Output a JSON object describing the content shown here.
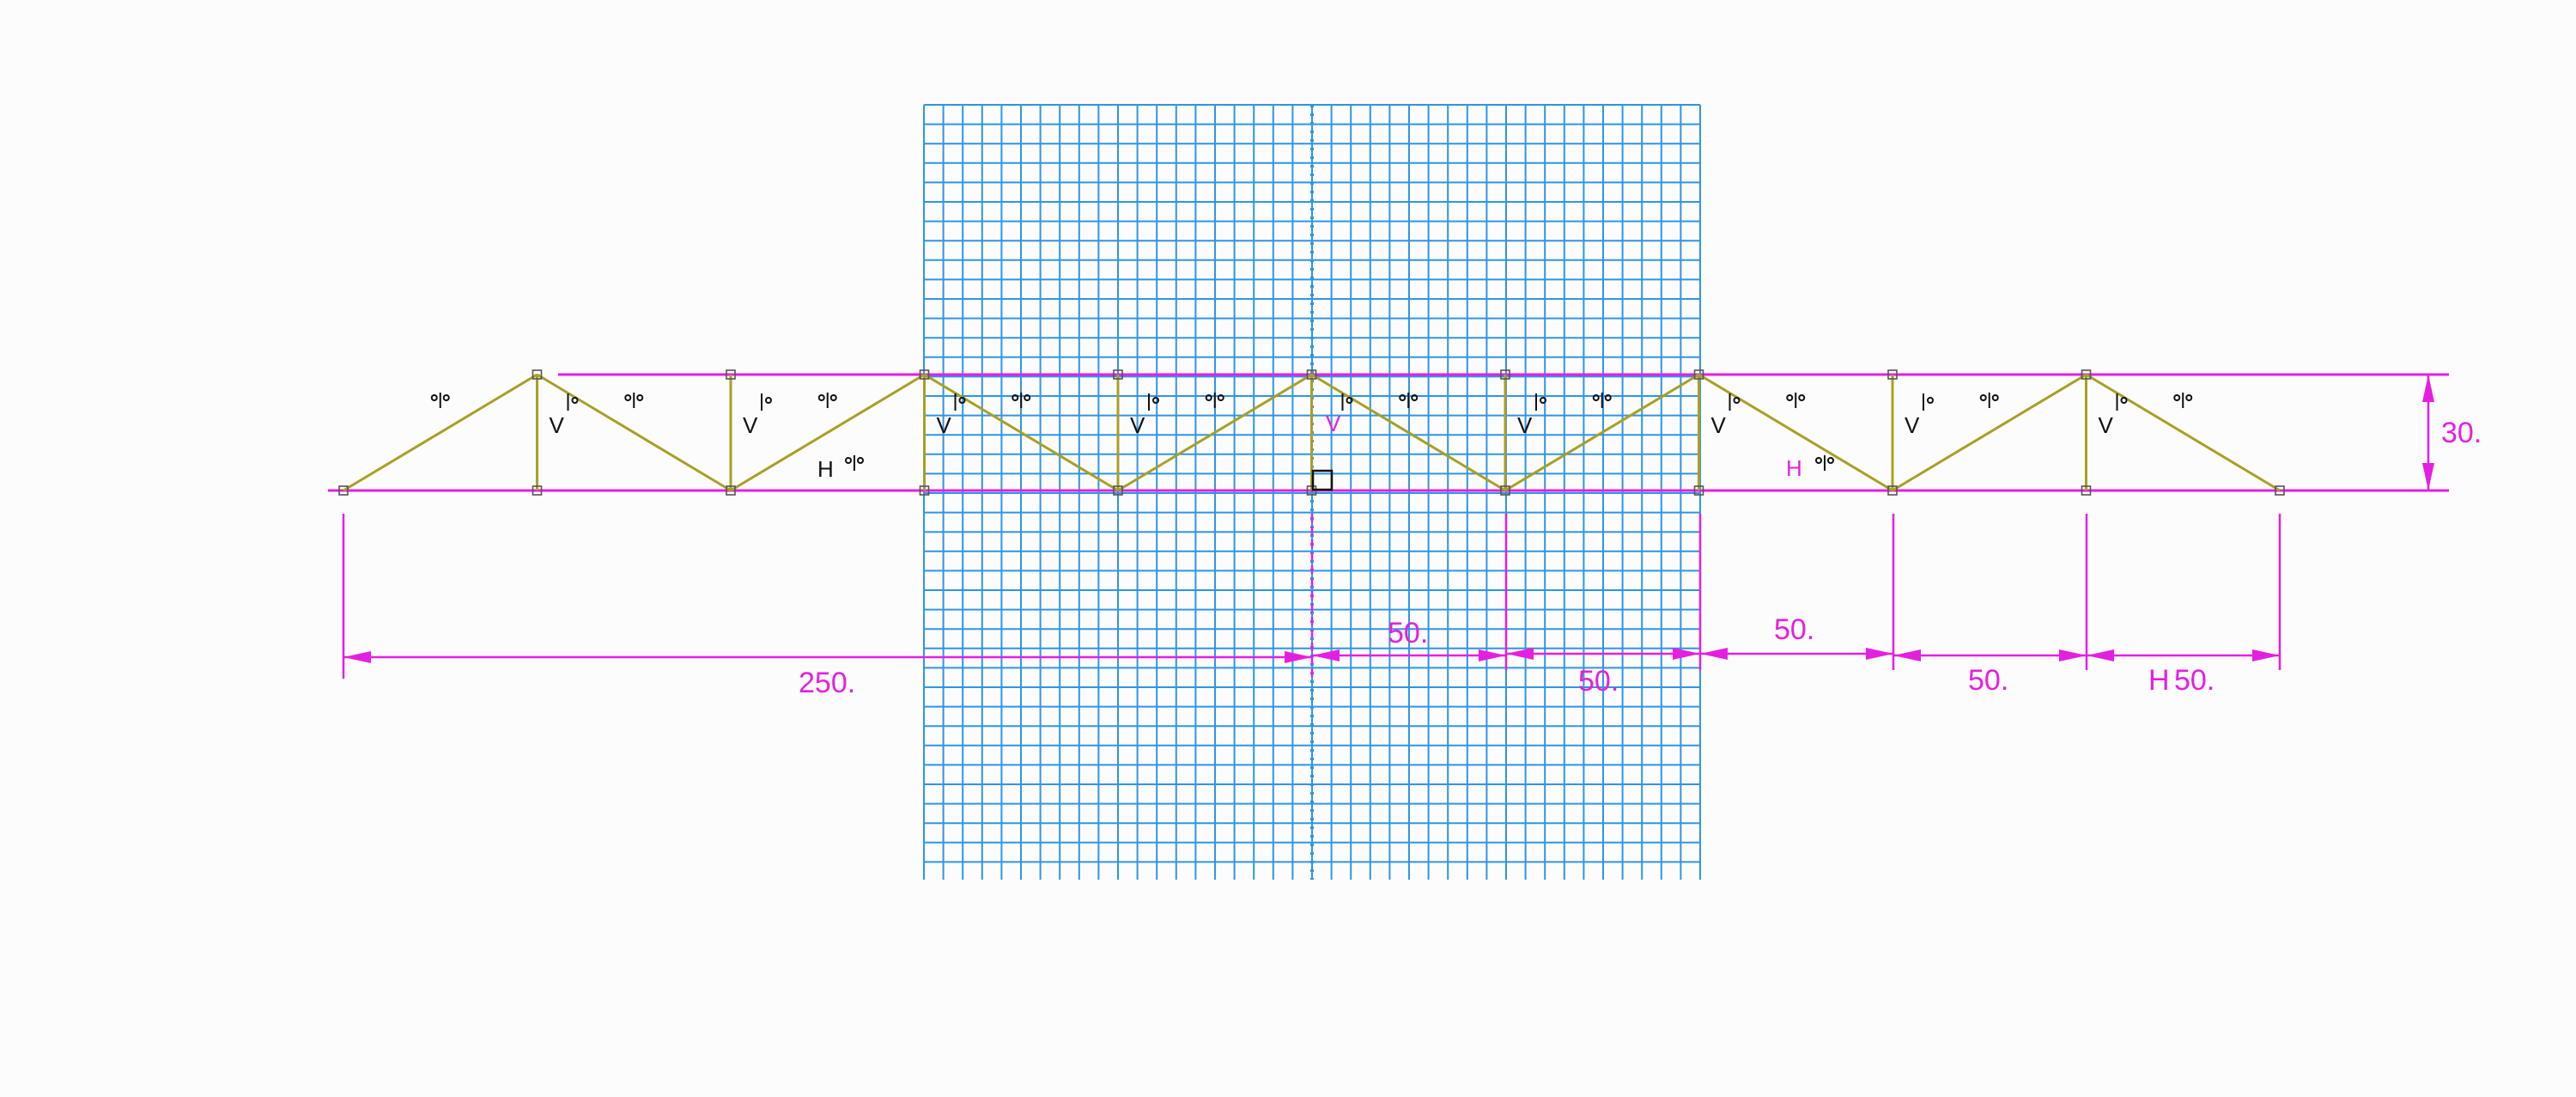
{
  "colors": {
    "background": "#fcfcfc",
    "grid": "#2f95e6",
    "truss_member": "#a8a024",
    "constraint": "#e51fe0",
    "node": "#555555",
    "symbol": "#111111"
  },
  "icons": {
    "node_marker": "small-square-node-icon",
    "parallel_constraint": "parallel-symbol-icon",
    "perpendicular_constraint": "perpendicular-symbol-icon",
    "origin_marker": "origin-square-icon"
  },
  "sketch": {
    "panel_spacing": 50,
    "truss_height": 30,
    "panel_count": 10
  },
  "dimensions": {
    "overall": "250.",
    "height": "30.",
    "panel_1": "50.",
    "panel_2": "50.",
    "panel_3": "50.",
    "panel_4": "50.",
    "panel_5": "50.",
    "panel_5_prefix": "H"
  },
  "constraints": {
    "vertical": "V",
    "horizontal": "H",
    "origin_vertical": "V",
    "origin_horizontal": "H"
  }
}
